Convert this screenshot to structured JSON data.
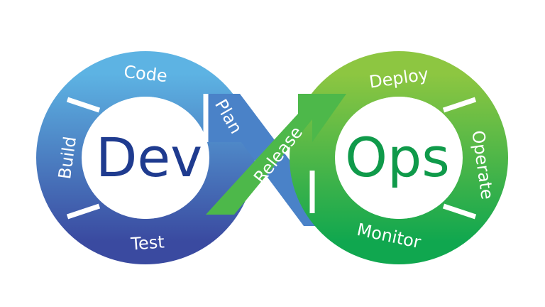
{
  "title_left": "Dev",
  "title_right": "Ops",
  "stages": {
    "plan": "Plan",
    "code": "Code",
    "build": "Build",
    "test": "Test",
    "release": "Release",
    "deploy": "Deploy",
    "operate": "Operate",
    "monitor": "Monitor"
  },
  "colors": {
    "blue_light": "#5aaee0",
    "blue_dark": "#3a4fa3",
    "green_light": "#8cc63f",
    "green_dark": "#10a84f",
    "dev_text": "#1f3b8f",
    "ops_text": "#0f9a4a"
  }
}
